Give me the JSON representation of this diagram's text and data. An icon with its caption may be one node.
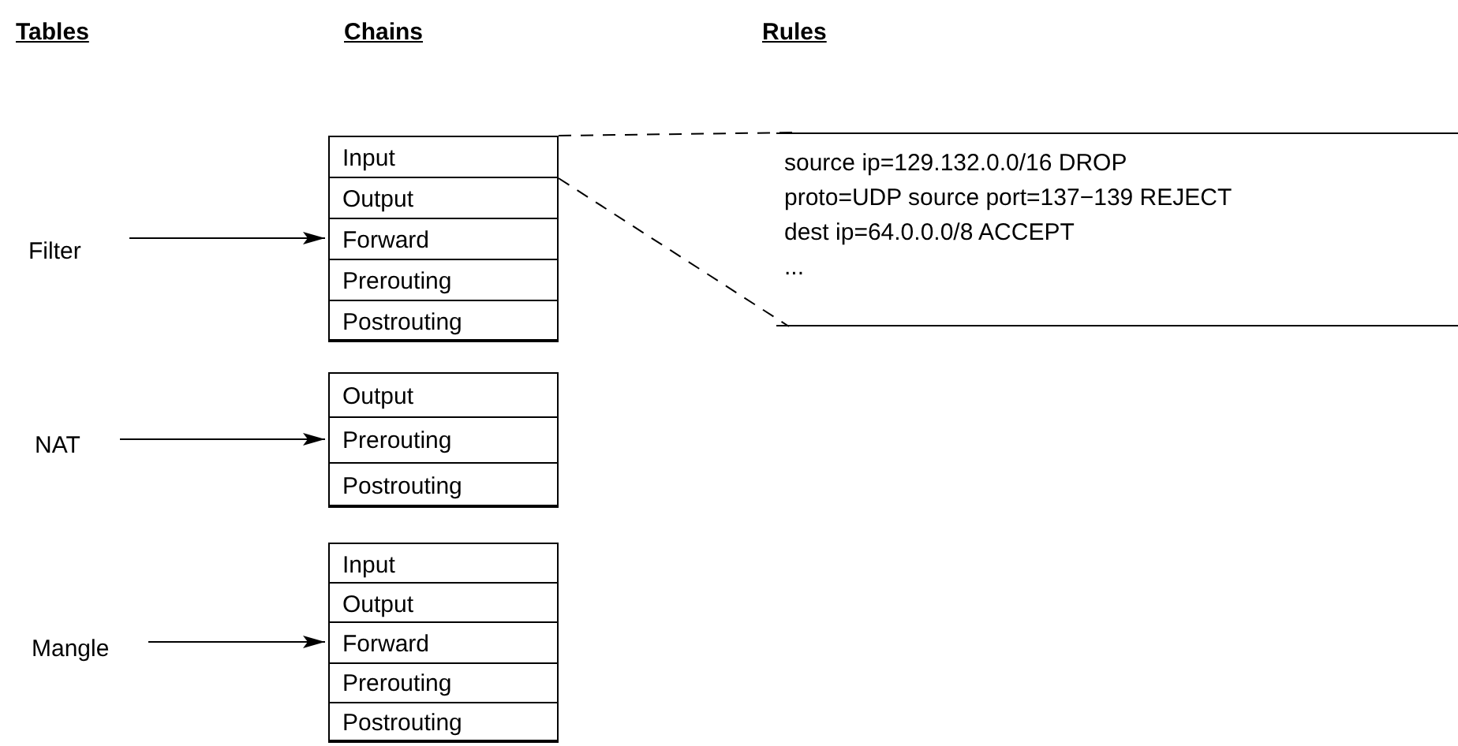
{
  "diagram": {
    "nodes": [
      {
        "text": [
          "Filter"
        ]
      },
      {
        "text": [],
        "shape": "box"
      },
      {
        "text": [
          "Input"
        ],
        "in": 1
      },
      {
        "text": [
          "Output"
        ],
        "in": 1
      },
      {
        "text": [
          "Forward"
        ],
        "in": 1
      },
      {
        "text": [
          "Prerouting"
        ],
        "in": 1
      },
      {
        "text": [
          "Postrouting"
        ],
        "in": 1
      },
      {
        "text": [
          "source ip=129.132.0.0/16 DROP",
          "proto=UDP source port=137−139 REJECT",
          "dest ip=64.0.0.0/8 ACCEPT",
          "..."
        ]
      },
      {
        "text": [
          "NAT"
        ]
      },
      {
        "text": [],
        "shape": "box"
      },
      {
        "text": [
          "Output"
        ],
        "in": 9
      },
      {
        "text": [
          "Prerouting"
        ],
        "in": 9
      },
      {
        "text": [
          "Postrouting"
        ],
        "in": 9
      },
      {
        "text": [
          "Mangle"
        ]
      },
      {
        "text": [],
        "shape": "box"
      },
      {
        "text": [
          "Input"
        ],
        "in": 14
      },
      {
        "text": [
          "Output"
        ],
        "in": 14
      },
      {
        "text": [
          "Forward"
        ],
        "in": 14
      },
      {
        "text": [
          "Prerouting"
        ],
        "in": 14
      },
      {
        "text": [
          "Postrouting"
        ],
        "in": 14
      }
    ],
    "edges": [
      {
        "from": 0,
        "to": 1,
        "arrow": "to"
      },
      {
        "from": 2,
        "to": 7,
        "arrow": "none",
        "style": "dashed"
      },
      {
        "from": 2,
        "to": 7,
        "arrow": "none",
        "style": "dashed"
      },
      {
        "from": 8,
        "to": 9,
        "arrow": "to"
      },
      {
        "from": 13,
        "to": 14,
        "arrow": "to"
      }
    ],
    "labels": [
      "Tables",
      "Chains",
      "Rules"
    ]
  }
}
